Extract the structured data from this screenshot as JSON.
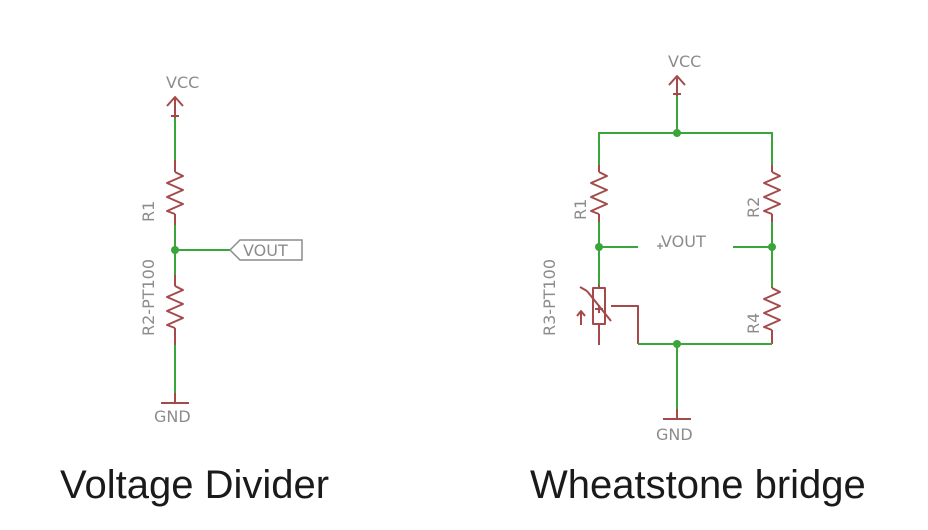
{
  "divider": {
    "title": "Voltage Divider",
    "vcc": "VCC",
    "gnd": "GND",
    "r1": "R1",
    "r2": "R2-PT100",
    "vout": "VOUT"
  },
  "bridge": {
    "title": "Wheatstone bridge",
    "vcc": "VCC",
    "gnd": "GND",
    "r1": "R1",
    "r2": "R2",
    "r3": "R3-PT100",
    "r4": "R4",
    "vout": "VOUT"
  },
  "colors": {
    "wire": "#3aa53a",
    "component": "#a44a4a",
    "label": "#8c8c8c"
  }
}
